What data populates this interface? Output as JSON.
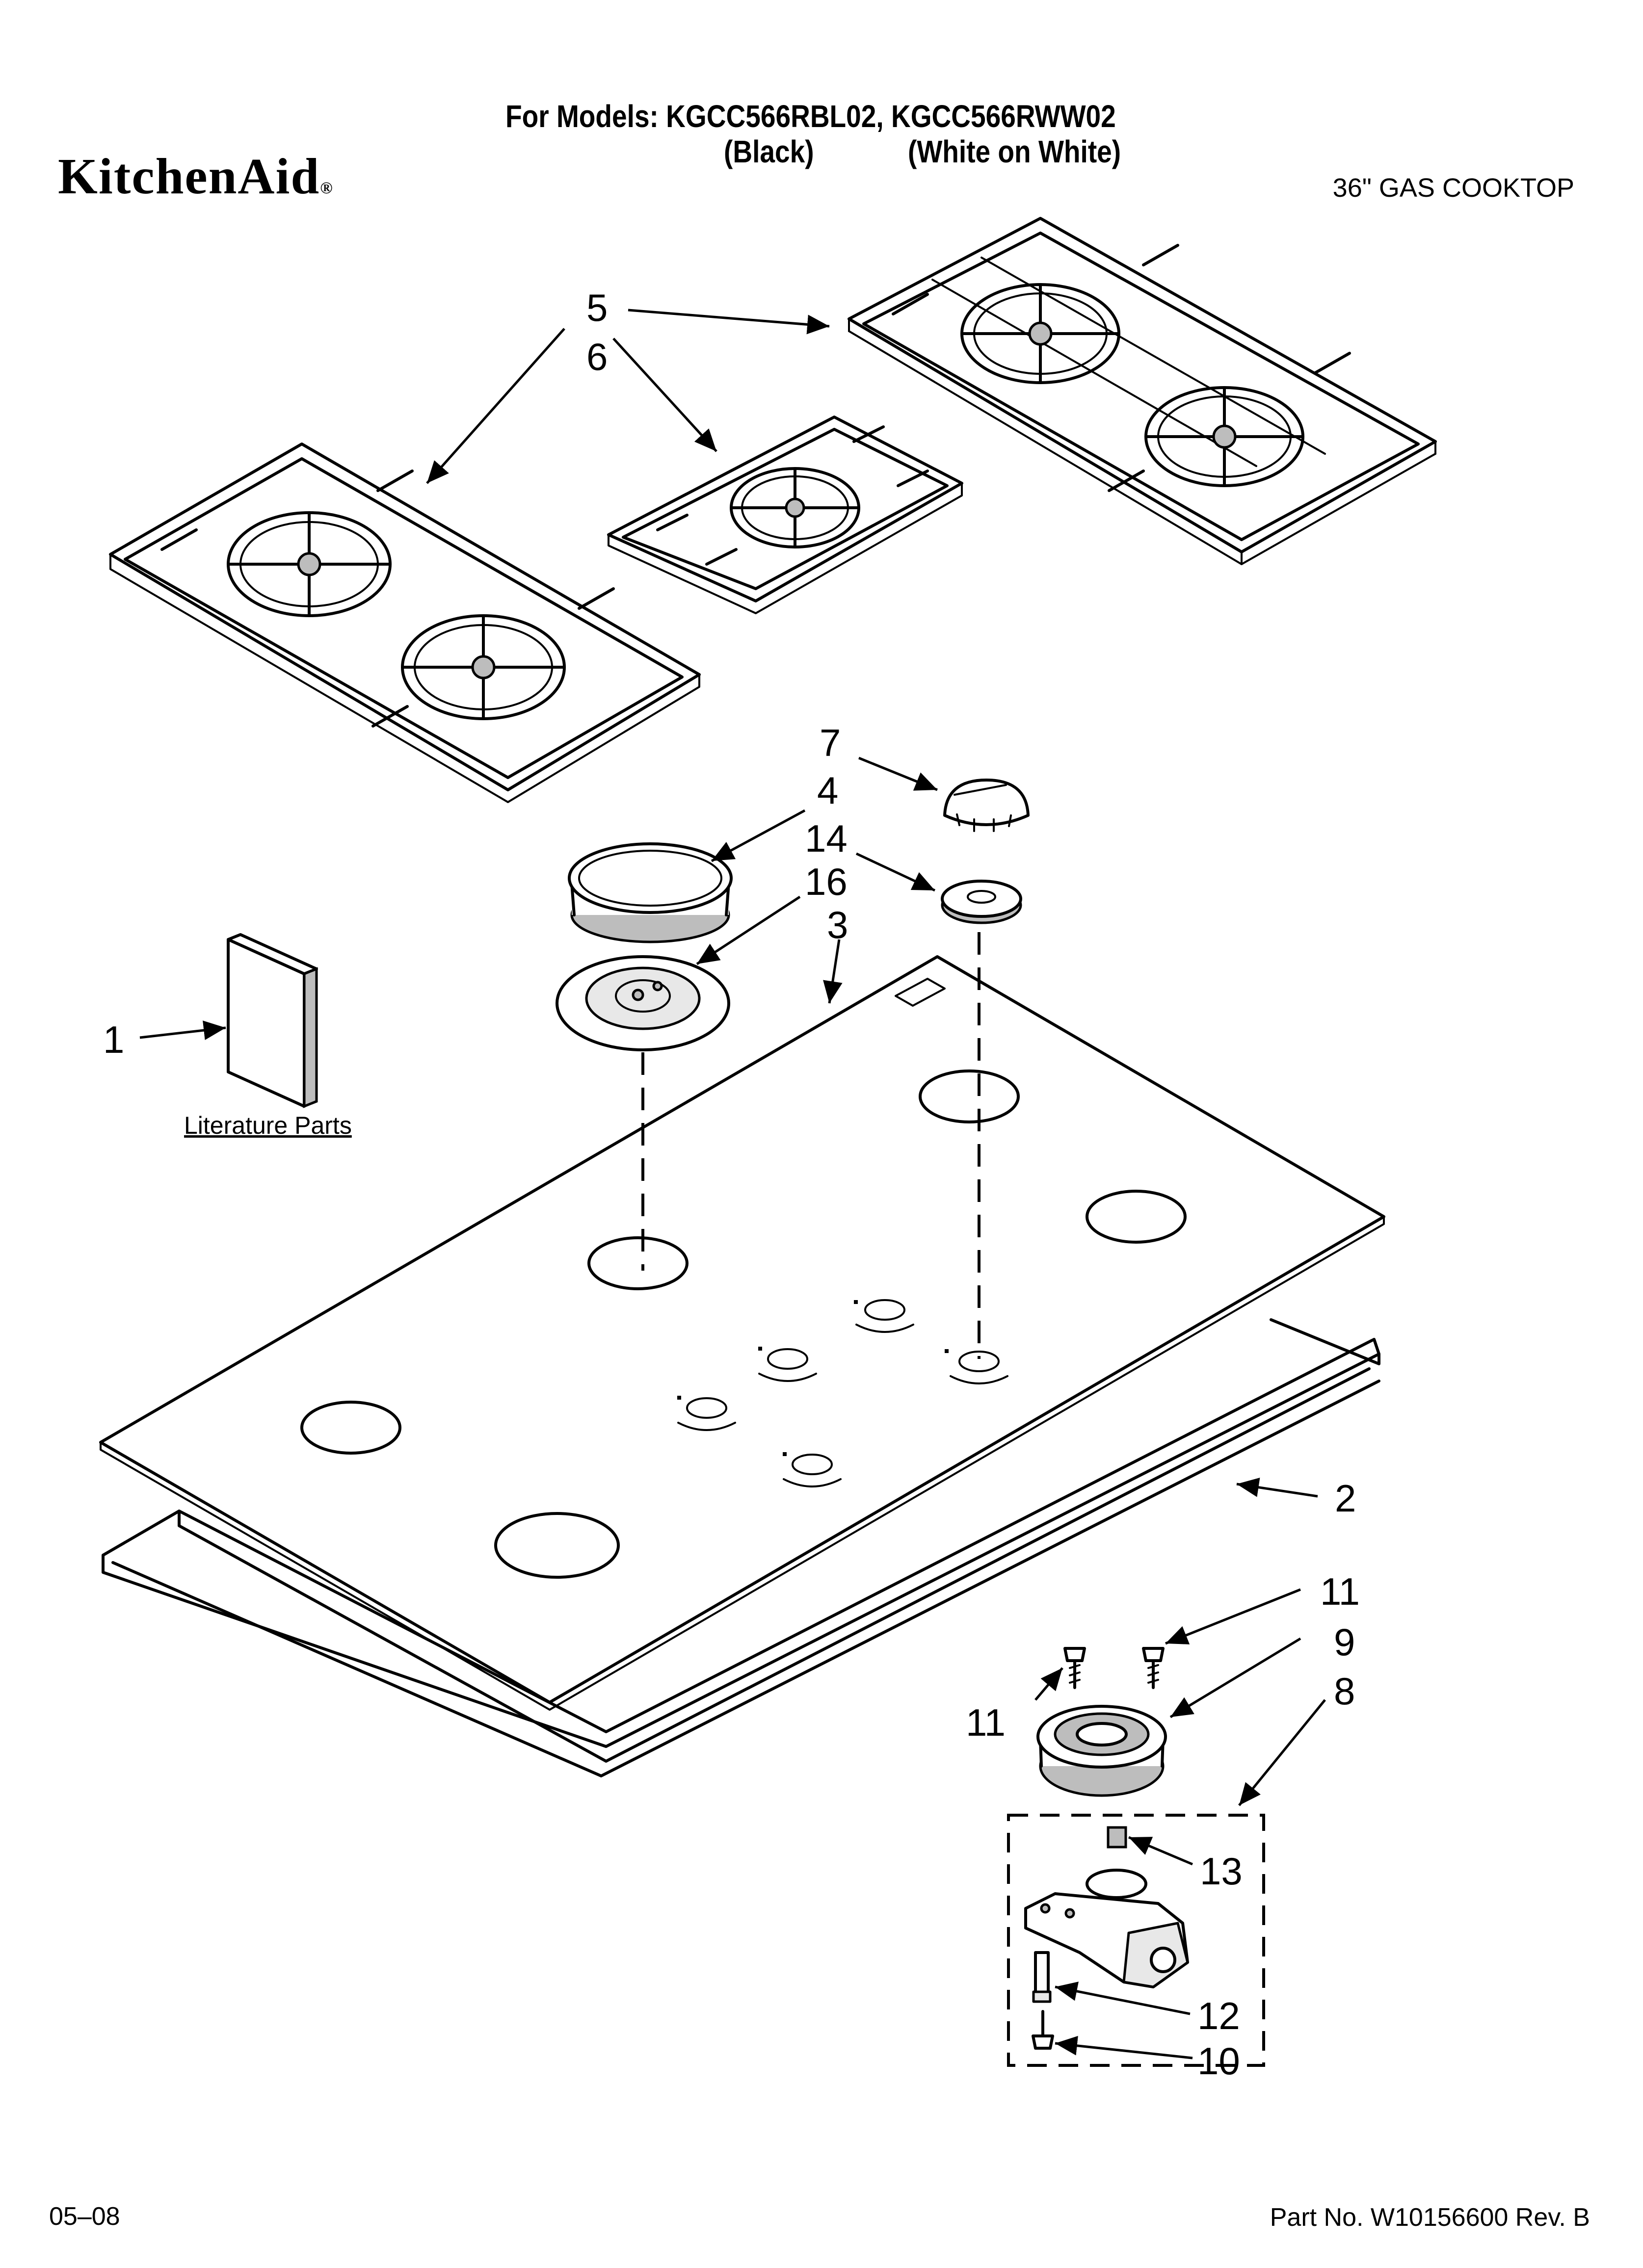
{
  "header": {
    "brand": "KitchenAid",
    "brand_mark": "®",
    "models_line": "For Models: KGCC566RBL02, KGCC566RWW02",
    "variant_black": "(Black)",
    "variant_white": "(White on White)",
    "product": "36\" GAS COOKTOP"
  },
  "literature_label": "Literature Parts",
  "callouts": {
    "c1": "1",
    "c2": "2",
    "c3": "3",
    "c4": "4",
    "c5": "5",
    "c6": "6",
    "c7": "7",
    "c8": "8",
    "c9": "9",
    "c10": "10",
    "c11a": "11",
    "c11b": "11",
    "c12": "12",
    "c13": "13",
    "c14": "14",
    "c16": "16"
  },
  "footer": {
    "date": "05–08",
    "part_number": "Part No. W10156600 Rev. B"
  }
}
